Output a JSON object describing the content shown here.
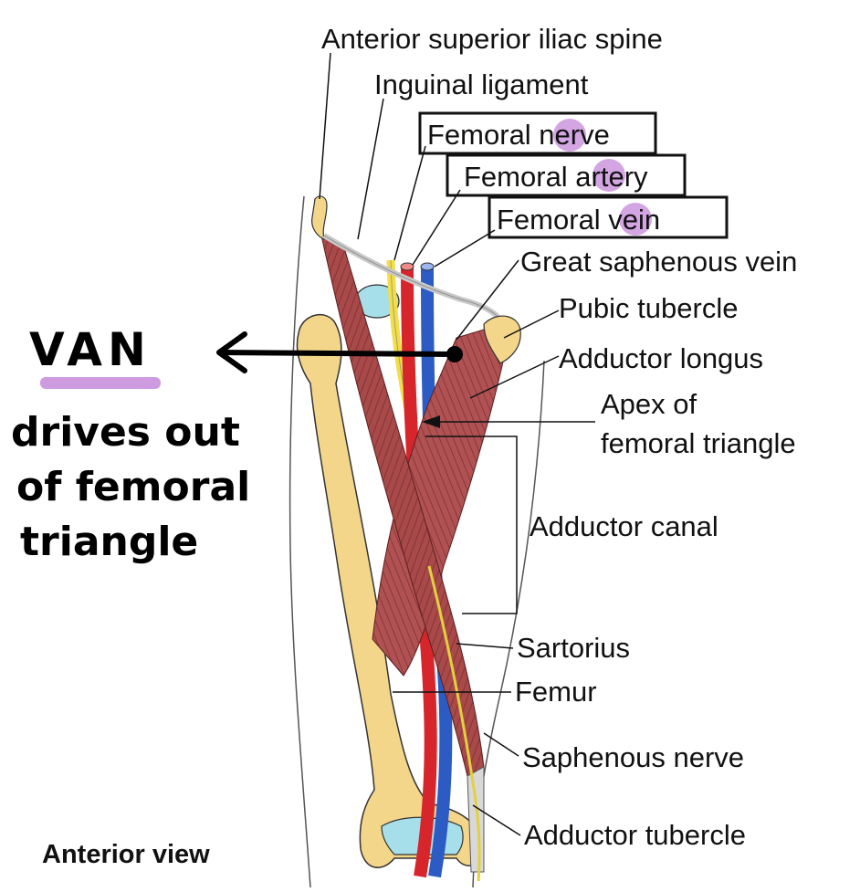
{
  "labels": {
    "asis": "Anterior superior iliac spine",
    "inguinal": "Inguinal ligament",
    "fem_nerve": "Femoral nerve",
    "fem_artery": "Femoral artery",
    "fem_vein": "Femoral vein",
    "gsv": "Great saphenous vein",
    "pubic": "Pubic tubercle",
    "add_longus": "Adductor longus",
    "apex_1": "Apex of",
    "apex_2": "femoral triangle",
    "add_canal": "Adductor canal",
    "sartorius": "Sartorius",
    "femur": "Femur",
    "saph_nerve": "Saphenous nerve",
    "add_tubercle": "Adductor tubercle",
    "view": "Anterior view"
  },
  "annotation": {
    "mnemonic": "VAN",
    "line1": "drives out",
    "line2": "of femoral",
    "line3": "triangle"
  },
  "colors": {
    "highlight": "#cf9be0",
    "muscle": "#a8494a",
    "bone": "#f3d68a",
    "artery": "#d6262b",
    "vein": "#2c5bc4",
    "nerve": "#f2de4a",
    "cartilage": "#a6dfe9"
  }
}
